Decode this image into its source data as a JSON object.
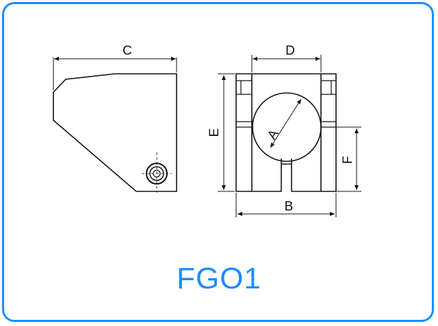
{
  "title": "FGO1",
  "dimensions": {
    "a": "A",
    "b": "B",
    "c": "C",
    "d": "D",
    "e": "E",
    "f": "F"
  },
  "colors": {
    "frame": "#1a8cff",
    "title": "#1a8cff",
    "lines": "#111111"
  }
}
